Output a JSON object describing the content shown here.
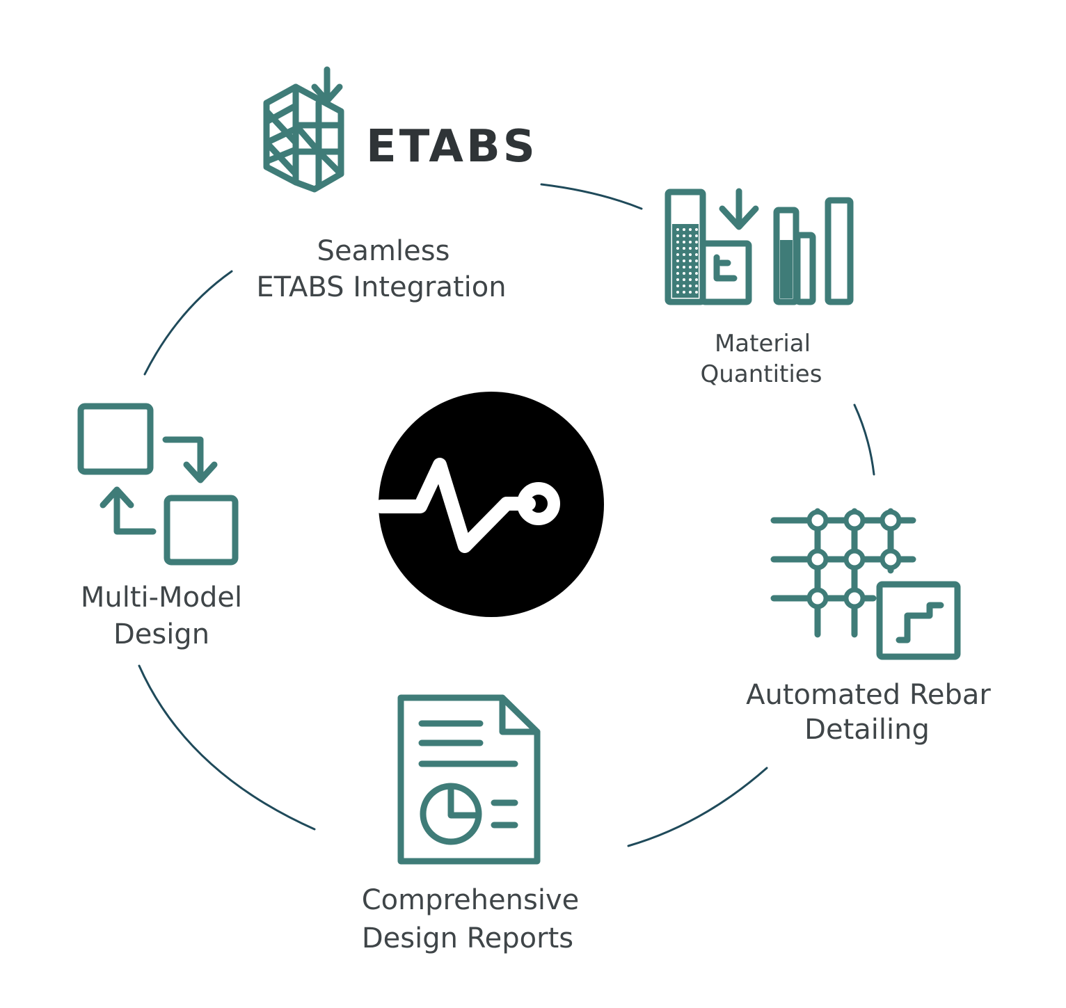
{
  "colors": {
    "teal": "#3f7c78",
    "arc": "#1f4a5a",
    "text": "#3f4548",
    "hub": "#000000",
    "hub_line": "#ffffff"
  },
  "etabs_logo": {
    "wordmark": "ETABS",
    "icon": "building-frame-download-icon"
  },
  "center": {
    "icon": "pulse-node-icon"
  },
  "features": [
    {
      "id": "etabs-integration",
      "icon": "building-frame-download-icon",
      "label_lines": [
        "Seamless",
        "ETABS Integration"
      ]
    },
    {
      "id": "material-quantities",
      "icon": "material-bars-icon",
      "label_lines": [
        "Material",
        "Quantities"
      ]
    },
    {
      "id": "rebar-detailing",
      "icon": "rebar-grid-icon",
      "label_lines": [
        "Automated Rebar",
        "Detailing"
      ]
    },
    {
      "id": "design-reports",
      "icon": "report-document-icon",
      "label_lines": [
        "Comprehensive",
        "Design Reports"
      ]
    },
    {
      "id": "multi-model",
      "icon": "multi-model-swap-icon",
      "label_lines": [
        "Multi-Model",
        "Design"
      ]
    }
  ]
}
